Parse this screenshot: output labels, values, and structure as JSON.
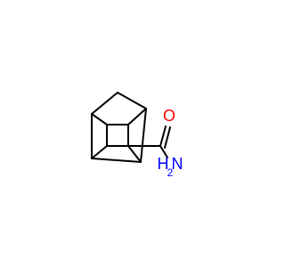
{
  "molecule": {
    "atoms": {
      "oxygen": {
        "symbol": "O",
        "color": "#ff0000"
      },
      "nitrogen": {
        "symbol": "N",
        "color": "#0000ff"
      },
      "hydrogen": {
        "symbol": "H",
        "color": "#0000ff"
      }
    },
    "bond_color": "#000000",
    "background": "#ffffff"
  }
}
